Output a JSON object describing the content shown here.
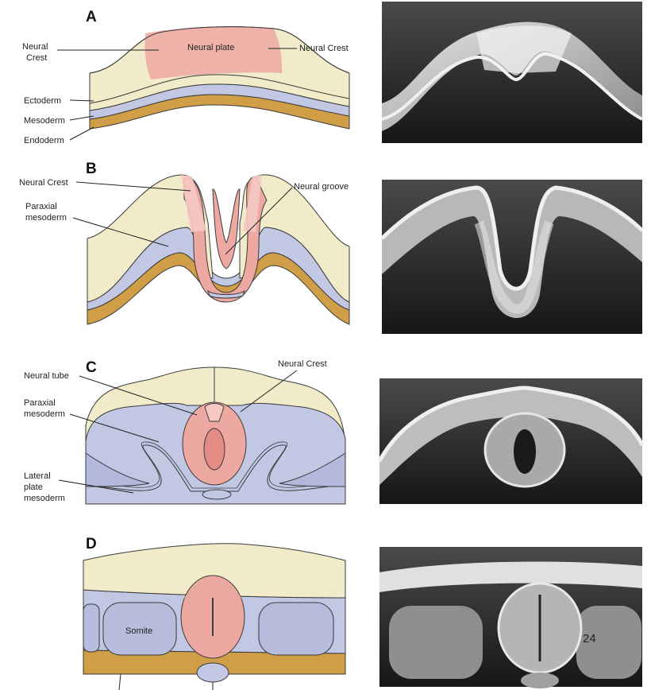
{
  "panels": [
    {
      "letter": "A",
      "labels": {
        "neural_crest_left": "Neural",
        "neural_crest_left_2": "Crest",
        "neural_plate": "Neural plate",
        "neural_crest_right": "Neural Crest",
        "ectoderm": "Ectoderm",
        "mesoderm": "Mesoderm",
        "endoderm": "Endoderm"
      }
    },
    {
      "letter": "B",
      "labels": {
        "neural_crest": "Neural Crest",
        "neural_groove": "Neural groove",
        "paraxial_1": "Paraxial",
        "paraxial_2": "mesoderm"
      }
    },
    {
      "letter": "C",
      "labels": {
        "neural_crest": "Neural Crest",
        "neural_tube": "Neural tube",
        "paraxial_1": "Paraxial",
        "paraxial_2": "mesoderm",
        "lateral_1": "Lateral",
        "lateral_2": "plate",
        "lateral_3": "mesoderm"
      }
    },
    {
      "letter": "D",
      "labels": {
        "somite": "Somite"
      }
    }
  ],
  "page_number": "24",
  "colors": {
    "ectoderm": "#f1ebc9",
    "neural": "#eea8a2",
    "neural_light": "#f5c9c2",
    "mesoderm": "#c2c7e4",
    "endoderm": "#cf9e47",
    "outline": "#3a3a3a",
    "sem_dark": "#1c1c1c",
    "sem_mid": "#6e6e6e",
    "sem_light": "#cfcfcf"
  }
}
